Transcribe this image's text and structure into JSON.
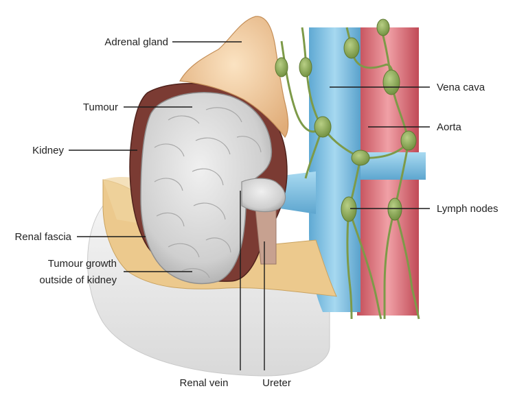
{
  "colors": {
    "vena_cava": "#79c1e4",
    "aorta": "#d9707a",
    "kidney": "#7b3b33",
    "tumour": "#d3d3d3",
    "adrenal": "#f1c99d",
    "fascia": "#ecc98d",
    "lymph": "#8fab5c",
    "ureter": "#c7a190",
    "leader_line": "#1a1a1a",
    "label_text": "#222222"
  },
  "labels": {
    "adrenal_gland": "Adrenal gland",
    "tumour": "Tumour",
    "kidney": "Kidney",
    "renal_fascia": "Renal fascia",
    "tumour_growth_line1": "Tumour growth",
    "tumour_growth_line2": "outside of kidney",
    "renal_vein": "Renal vein",
    "ureter": "Ureter",
    "vena_cava": "Vena cava",
    "aorta": "Aorta",
    "lymph_nodes": "Lymph nodes"
  }
}
